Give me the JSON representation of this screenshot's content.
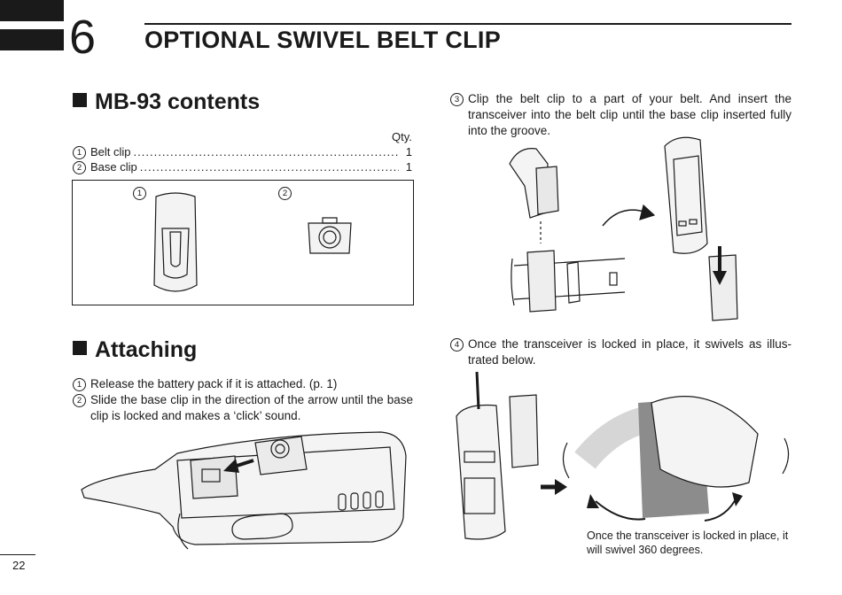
{
  "header": {
    "chapter_number": "6",
    "chapter_title": "OPTIONAL SWIVEL BELT CLIP"
  },
  "contents": {
    "heading": "MB-93 contents",
    "qty_label": "Qty.",
    "items": [
      {
        "num": "1",
        "label": "Belt clip",
        "qty": "1"
      },
      {
        "num": "2",
        "label": "Base clip",
        "qty": "1"
      }
    ],
    "fig_labels": [
      "1",
      "2"
    ]
  },
  "attaching": {
    "heading": "Attaching",
    "steps": [
      {
        "num": "1",
        "text": "Release the battery pack if it is attached. (p. 1)"
      },
      {
        "num": "2",
        "text": "Slide the base clip in the direction of the arrow until the base clip is locked and makes a ‘click’ sound."
      },
      {
        "num": "3",
        "text": "Clip the belt clip to a part of your belt. And insert the transceiver into the belt clip until the base clip inserted fully into the groove."
      },
      {
        "num": "4",
        "text": "Once the transceiver is locked in place, it swivels as illus-trated below."
      }
    ]
  },
  "swivel_caption": "Once the transceiver is locked in place, it will swivel 360 degrees.",
  "footer": {
    "page_number": "22"
  }
}
